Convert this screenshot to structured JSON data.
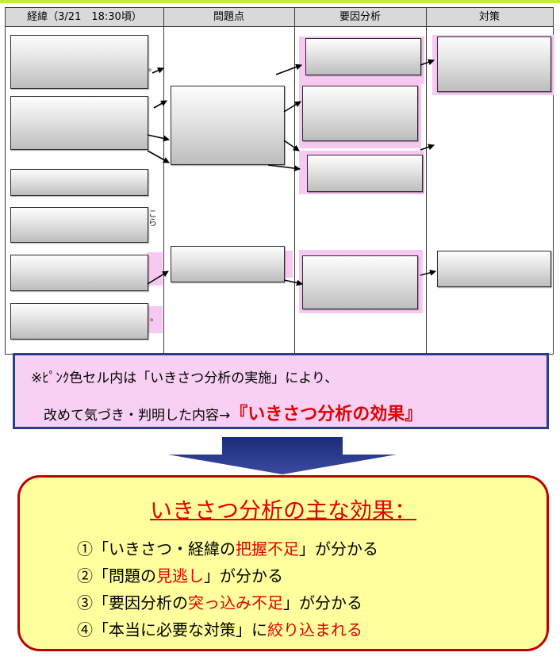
{
  "table": {
    "headers": [
      "経緯（3/21　18:30頃）",
      "問題点",
      "要因分析",
      "対策"
    ],
    "cell_fragments": [
      "。",
      "こ\nら",
      "。"
    ]
  },
  "note": {
    "line1": "※ﾋﾟﾝｸ色セル内は「いきさつ分析の実施」により、",
    "line2_prefix": "改めて気づき・判明した内容→",
    "line2_emphasis": "『いきさつ分析の効果』"
  },
  "effects": {
    "title": "いきさつ分析の主な効果：",
    "items": [
      {
        "prefix": "①「いきさつ・経緯の",
        "highlight": "把握不足",
        "suffix": "」が分かる"
      },
      {
        "prefix": "②「問題の",
        "highlight": "見逃し",
        "suffix": "」が分かる"
      },
      {
        "prefix": "③「要因分析の",
        "highlight": "突っ込み不足",
        "suffix": "」が分かる"
      },
      {
        "prefix": "④「本当に必要な対策」に",
        "highlight": "絞り込まれる",
        "suffix": ""
      }
    ]
  },
  "colors": {
    "pink": "#f7c9f2",
    "header_gray": "#d9d9d9",
    "note_border": "#2c3f86",
    "arrow_blue": "#2a3a8c",
    "effects_border": "#c00000",
    "effects_bg": "#ffff9e",
    "highlight_red": "#e00000"
  }
}
